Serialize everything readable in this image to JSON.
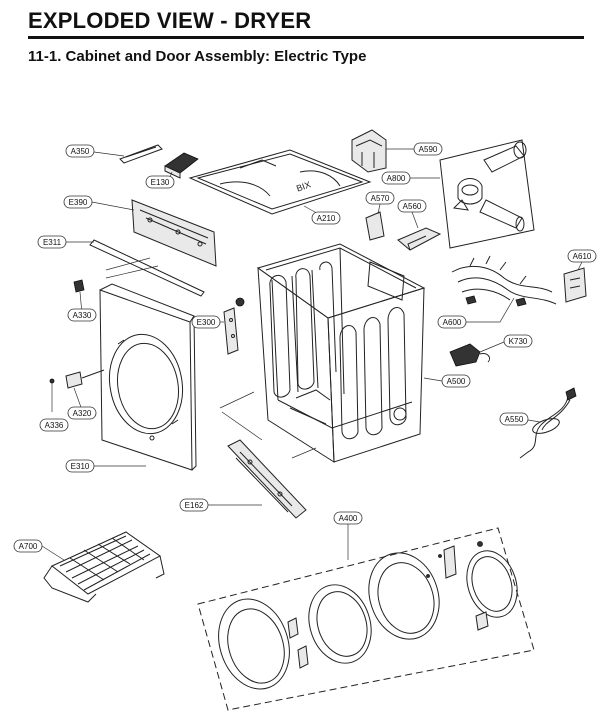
{
  "header": {
    "title": "EXPLODED VIEW - DRYER",
    "subtitle": "11-1. Cabinet and Door Assembly: Electric Type"
  },
  "callouts": [
    {
      "id": "a350",
      "label": "A350"
    },
    {
      "id": "e130",
      "label": "E130"
    },
    {
      "id": "a590",
      "label": "A590"
    },
    {
      "id": "a800",
      "label": "A800"
    },
    {
      "id": "e390",
      "label": "E390"
    },
    {
      "id": "a570",
      "label": "A570"
    },
    {
      "id": "a560",
      "label": "A560"
    },
    {
      "id": "a210",
      "label": "A210"
    },
    {
      "id": "e311",
      "label": "E311"
    },
    {
      "id": "a610",
      "label": "A610"
    },
    {
      "id": "a330",
      "label": "A330"
    },
    {
      "id": "e300",
      "label": "E300"
    },
    {
      "id": "a600",
      "label": "A600"
    },
    {
      "id": "k730",
      "label": "K730"
    },
    {
      "id": "a500",
      "label": "A500"
    },
    {
      "id": "a320",
      "label": "A320"
    },
    {
      "id": "a336",
      "label": "A336"
    },
    {
      "id": "a550",
      "label": "A550"
    },
    {
      "id": "e310",
      "label": "E310"
    },
    {
      "id": "e162",
      "label": "E162"
    },
    {
      "id": "a400",
      "label": "A400"
    },
    {
      "id": "a700",
      "label": "A700"
    }
  ],
  "parts": {
    "top_plate_marking": "BIX"
  }
}
